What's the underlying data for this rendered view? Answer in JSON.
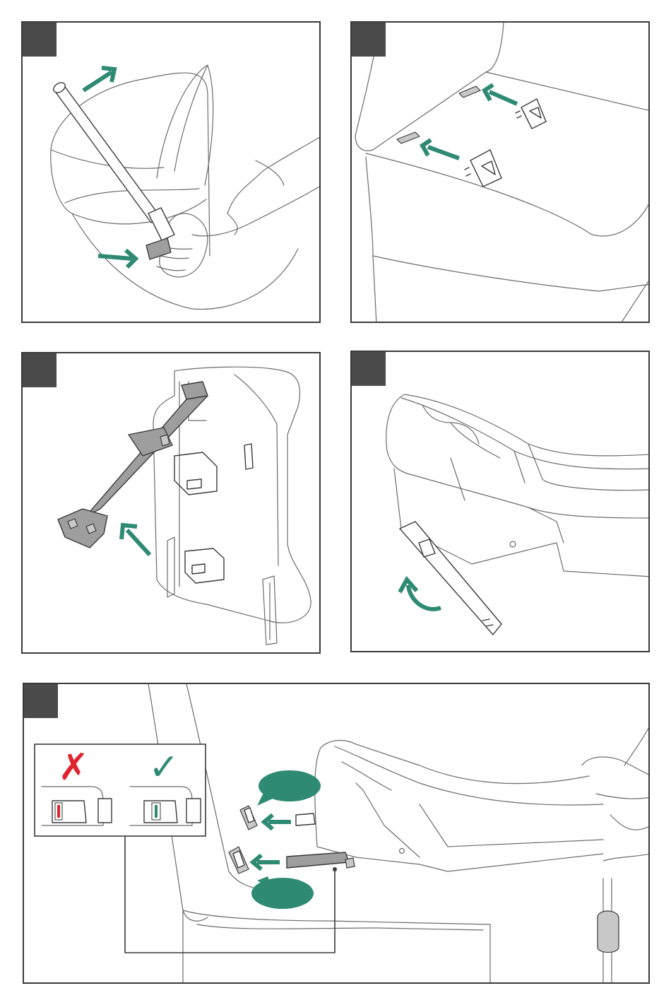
{
  "panels": [
    {
      "id": "panel-1",
      "step": ""
    },
    {
      "id": "panel-2",
      "step": ""
    },
    {
      "id": "panel-3",
      "step": ""
    },
    {
      "id": "panel-4",
      "step": ""
    },
    {
      "id": "panel-5",
      "step": ""
    }
  ],
  "callouts": {
    "upper": "",
    "lower": ""
  },
  "indicator": {
    "incorrect_symbol": "✗",
    "correct_symbol": "✓",
    "incorrect_color": "#e0242f",
    "correct_color": "#2f8a74"
  },
  "colors": {
    "accent": "#2f8a74",
    "badge": "#4a4a4a",
    "part_gray": "#9e9e9e"
  }
}
